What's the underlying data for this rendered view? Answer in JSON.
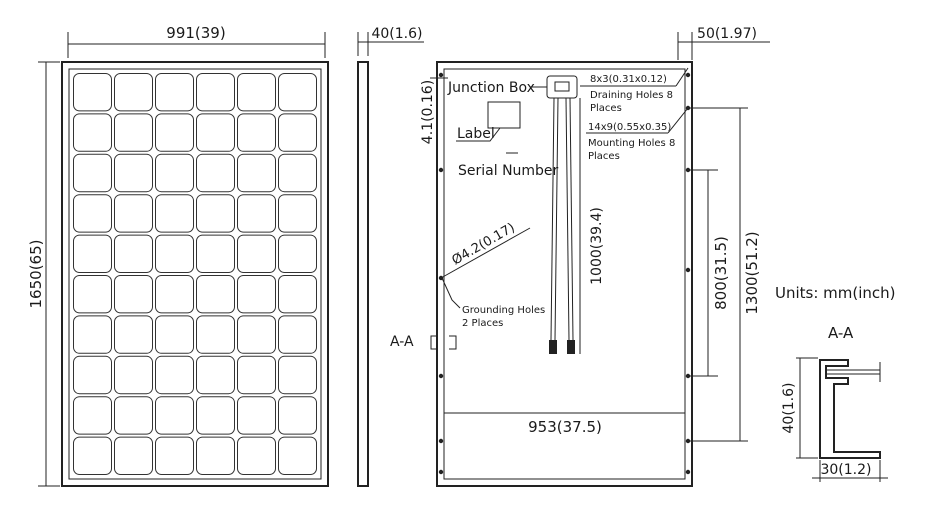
{
  "front_view": {
    "width_label": "991(39)",
    "height_label": "1650(65)",
    "cell_columns": 6,
    "cell_rows": 10
  },
  "side_view": {
    "thickness_label": "40(1.6)"
  },
  "back_view": {
    "junction_box_label": "Junction Box",
    "label_label": "Label",
    "serial_number_label": "Serial Number",
    "edge_offset_label": "4.1(0.16)",
    "grounding_hole_diameter": "Ø4.2(0.17)",
    "grounding_holes_line1": "Grounding Holes",
    "grounding_holes_line2": "2 Places",
    "cable_length": "1000(39.4)",
    "mount_spacing_inner": "800(31.5)",
    "mount_spacing_outer": "1300(51.2)",
    "mount_width": "953(37.5)",
    "corner_offset": "50(1.97)",
    "draining_dim": "8x3(0.31x0.12)",
    "draining_line1": "Draining Holes 8",
    "draining_line2": "Places",
    "mounting_dim": "14x9(0.55x0.35)",
    "mounting_line1": "Mounting Holes 8",
    "mounting_line2": "Places",
    "section_marker": "A-A"
  },
  "units_label": "Units: mm(inch)",
  "section_view": {
    "title": "A-A",
    "height_label": "40(1.6)",
    "width_label": "30(1.2)"
  }
}
